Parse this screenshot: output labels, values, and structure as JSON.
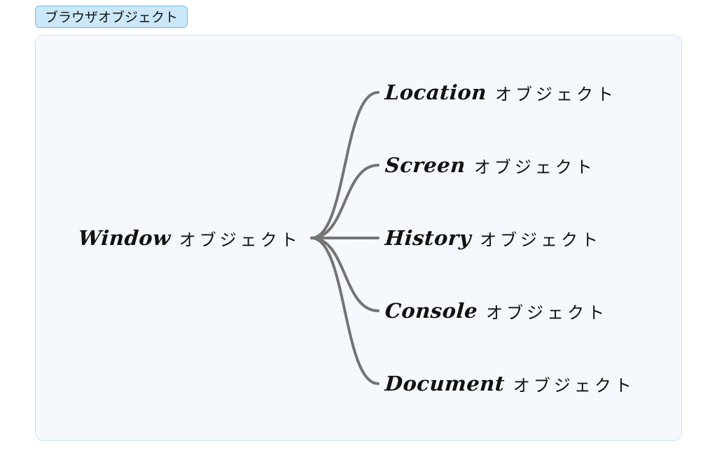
{
  "header": {
    "tag_label": "ブラウザオブジェクト"
  },
  "diagram": {
    "root": {
      "name": "Window",
      "suffix": "オブジェクト"
    },
    "children": [
      {
        "name": "Location",
        "suffix": "オブジェクト"
      },
      {
        "name": "Screen",
        "suffix": "オブジェクト"
      },
      {
        "name": "History",
        "suffix": "オブジェクト"
      },
      {
        "name": "Console",
        "suffix": "オブジェクト"
      },
      {
        "name": "Document",
        "suffix": "オブジェクト"
      }
    ]
  },
  "colors": {
    "connector": "#747474",
    "panel_background": "#f5f9fe",
    "tag_background": "#cbe8fb"
  }
}
